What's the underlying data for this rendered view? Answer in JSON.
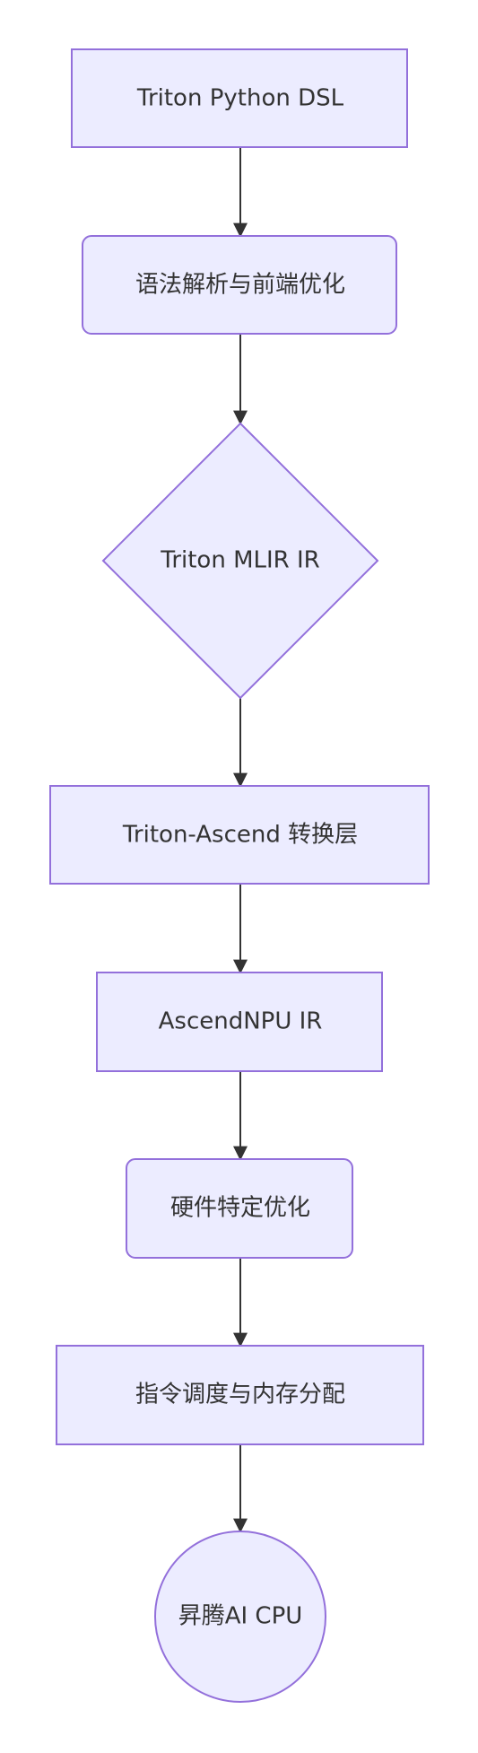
{
  "diagram": {
    "nodes": [
      {
        "id": "n1",
        "label": "Triton Python DSL",
        "shape": "rect"
      },
      {
        "id": "n2",
        "label": "语法解析与前端优化",
        "shape": "rounded-rect"
      },
      {
        "id": "n3",
        "label": "Triton MLIR IR",
        "shape": "diamond"
      },
      {
        "id": "n4",
        "label": "Triton-Ascend 转换层",
        "shape": "rect"
      },
      {
        "id": "n5",
        "label": "AscendNPU IR",
        "shape": "rect"
      },
      {
        "id": "n6",
        "label": "硬件特定优化",
        "shape": "rounded-rect"
      },
      {
        "id": "n7",
        "label": "指令调度与内存分配",
        "shape": "rect"
      },
      {
        "id": "n8",
        "label": "昇腾AI CPU",
        "shape": "circle"
      }
    ],
    "edges": [
      {
        "from": "n1",
        "to": "n2"
      },
      {
        "from": "n2",
        "to": "n3"
      },
      {
        "from": "n3",
        "to": "n4"
      },
      {
        "from": "n4",
        "to": "n5"
      },
      {
        "from": "n5",
        "to": "n6"
      },
      {
        "from": "n6",
        "to": "n7"
      },
      {
        "from": "n7",
        "to": "n8"
      }
    ],
    "colors": {
      "node_fill": "#ECECFF",
      "node_stroke": "#9370DB",
      "edge": "#333333",
      "text": "#333333"
    }
  }
}
